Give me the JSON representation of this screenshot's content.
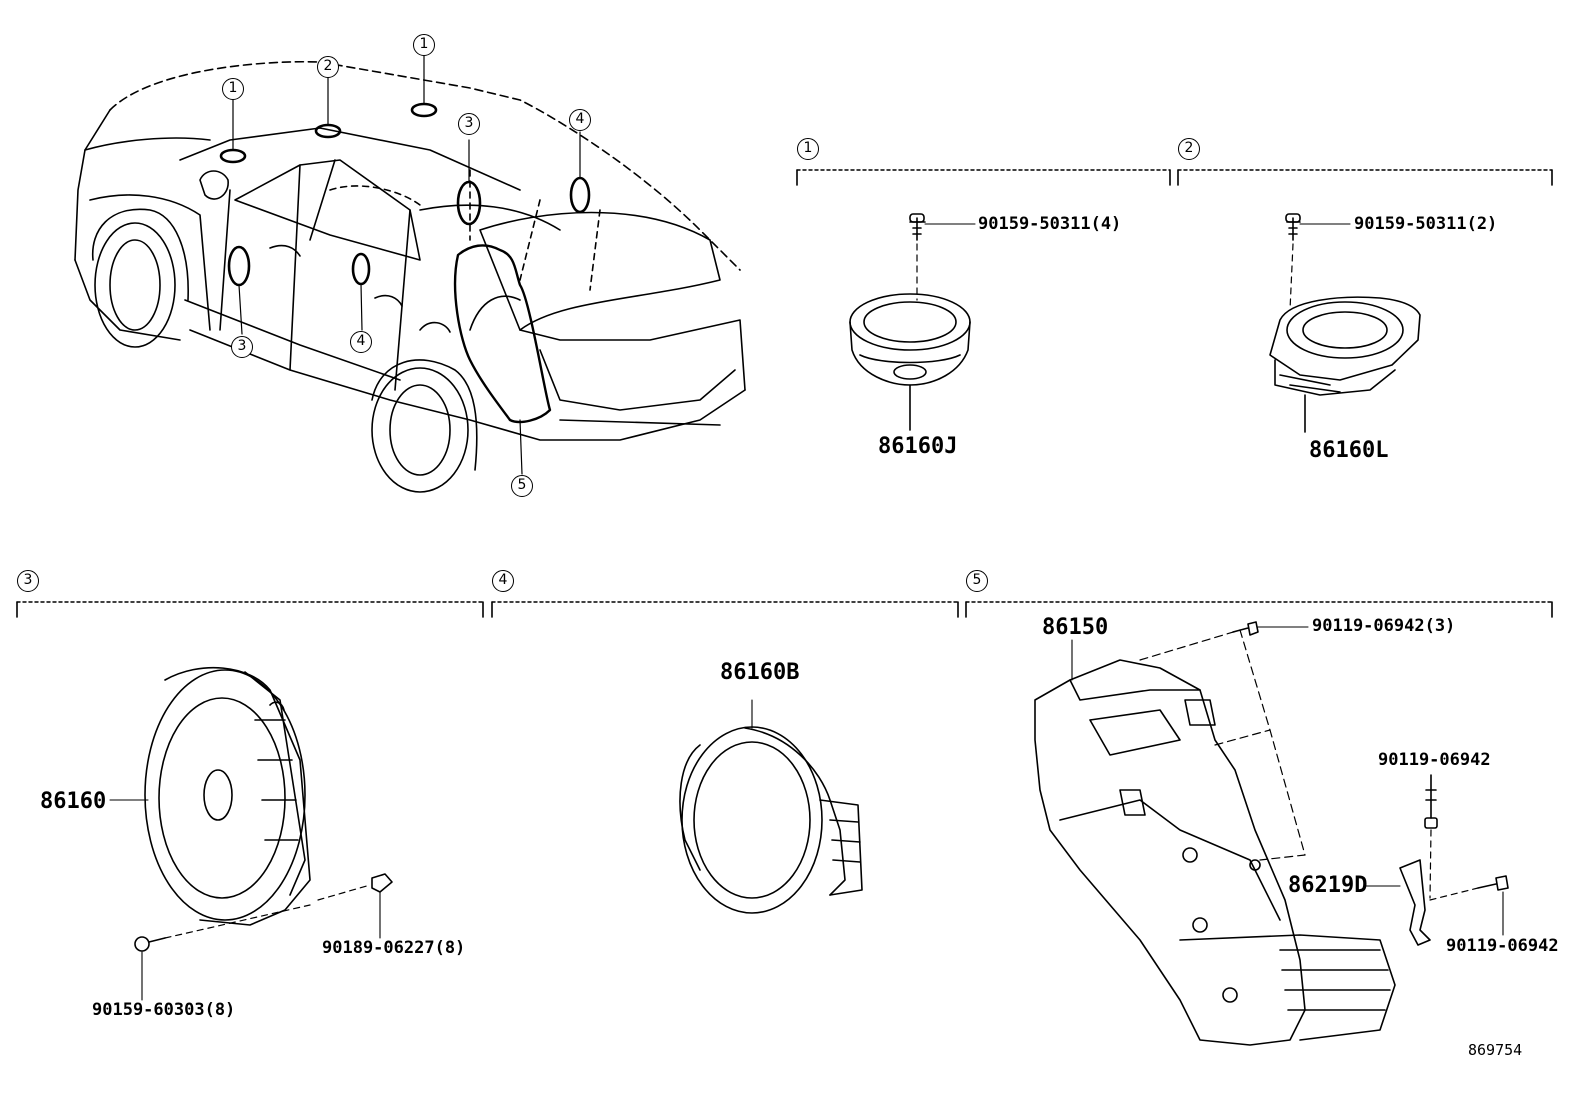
{
  "diagram_id": "869754",
  "callouts": {
    "c1": "1",
    "c2": "2",
    "c3": "3",
    "c4": "4",
    "c5": "5"
  },
  "sections": [
    {
      "num": "1",
      "part": "86160J",
      "fastener": "90159-50311(4)"
    },
    {
      "num": "2",
      "part": "86160L",
      "fastener": "90159-50311(2)"
    },
    {
      "num": "3",
      "part": "86160",
      "fasteners": [
        "90159-60303(8)",
        "90189-06227(8)"
      ]
    },
    {
      "num": "4",
      "part": "86160B"
    },
    {
      "num": "5",
      "part": "86150",
      "bracket": "86219D",
      "fasteners": [
        "90119-06942(3)",
        "90119-06942",
        "90119-06942"
      ]
    }
  ]
}
